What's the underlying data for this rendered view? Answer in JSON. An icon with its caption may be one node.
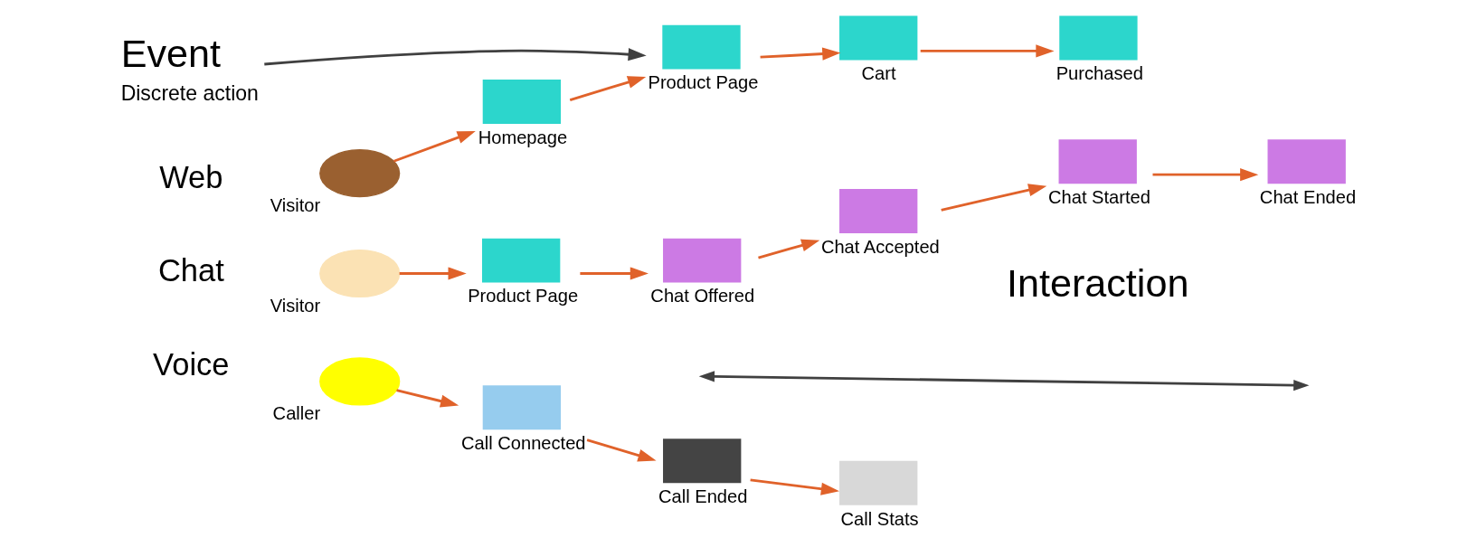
{
  "diagram": {
    "nodes": [
      {
        "text": [
          "Event",
          "Discrete action"
        ]
      },
      {
        "text": [],
        "shape": "ellipse",
        "beside": [
          "Visitor"
        ]
      },
      {
        "text": [],
        "shape": "box",
        "beside": [
          "Homepage"
        ]
      },
      {
        "text": [],
        "shape": "box",
        "beside": [
          "Product Page"
        ]
      },
      {
        "text": [],
        "shape": "box",
        "beside": [
          "Cart"
        ]
      },
      {
        "text": [],
        "shape": "box",
        "beside": [
          "Purchased"
        ]
      },
      {
        "text": [],
        "shape": "ellipse",
        "beside": [
          "Visitor"
        ]
      },
      {
        "text": [],
        "shape": "box",
        "beside": [
          "Product Page"
        ]
      },
      {
        "text": [],
        "shape": "box",
        "beside": [
          "Chat Offered"
        ]
      },
      {
        "text": [],
        "shape": "box",
        "beside": [
          "Chat Accepted"
        ]
      },
      {
        "text": [],
        "shape": "box",
        "beside": [
          "Chat Started"
        ]
      },
      {
        "text": [],
        "shape": "box",
        "beside": [
          "Chat Ended"
        ]
      },
      {
        "text": [],
        "shape": "ellipse",
        "beside": [
          "Caller"
        ]
      },
      {
        "text": [],
        "shape": "box",
        "beside": [
          "Call Connected"
        ]
      },
      {
        "text": [],
        "shape": "box",
        "beside": [
          "Call Ended"
        ]
      },
      {
        "text": [],
        "shape": "box",
        "beside": [
          "Call Stats"
        ]
      }
    ],
    "edges": [
      {
        "from": 0,
        "to": 3,
        "arrow": "to",
        "color": "#404040"
      },
      {
        "from": 1,
        "to": 2,
        "arrow": "to"
      },
      {
        "from": 2,
        "to": 3,
        "arrow": "to"
      },
      {
        "from": 3,
        "to": 4,
        "arrow": "to"
      },
      {
        "from": 4,
        "to": 5,
        "arrow": "to"
      },
      {
        "from": 6,
        "to": 7,
        "arrow": "to"
      },
      {
        "from": 7,
        "to": 8,
        "arrow": "to"
      },
      {
        "from": 8,
        "to": 9,
        "arrow": "to"
      },
      {
        "from": 9,
        "to": 10,
        "arrow": "to"
      },
      {
        "from": 10,
        "to": 11,
        "arrow": "to"
      },
      {
        "from": 12,
        "to": 13,
        "arrow": "to"
      },
      {
        "from": 13,
        "to": 14,
        "arrow": "to"
      },
      {
        "from": 14,
        "to": 15,
        "arrow": "to"
      }
    ],
    "labels": [
      "Web",
      "Chat",
      "Voice",
      "Interaction"
    ]
  }
}
